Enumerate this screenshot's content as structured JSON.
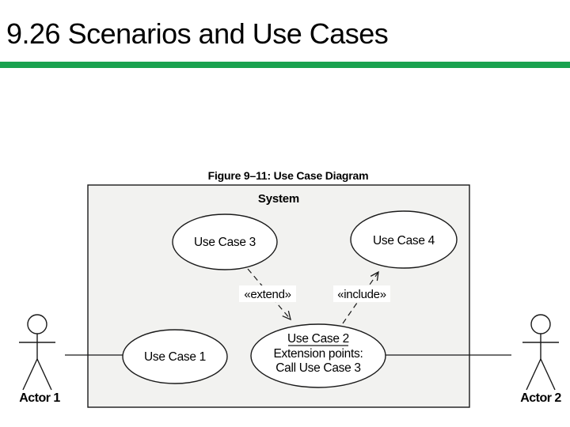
{
  "slide": {
    "title": "9.26 Scenarios and Use Cases"
  },
  "figure": {
    "caption": "Figure 9–11: Use Case Diagram",
    "system_label": "System",
    "use_case_1": "Use Case 1",
    "use_case_2": {
      "name": "Use Case 2",
      "extension_points_label": "Extension points:",
      "extension_point": "Call Use Case 3"
    },
    "use_case_3": "Use Case 3",
    "use_case_4": "Use Case 4",
    "extend_stereotype": "«extend»",
    "include_stereotype": "«include»",
    "actor_1": "Actor 1",
    "actor_2": "Actor 2"
  },
  "colors": {
    "accent_green": "#1aa24f",
    "diagram_bg": "#f2f2f0",
    "stroke": "#1a1a1a",
    "label_bg": "#ffffff"
  }
}
